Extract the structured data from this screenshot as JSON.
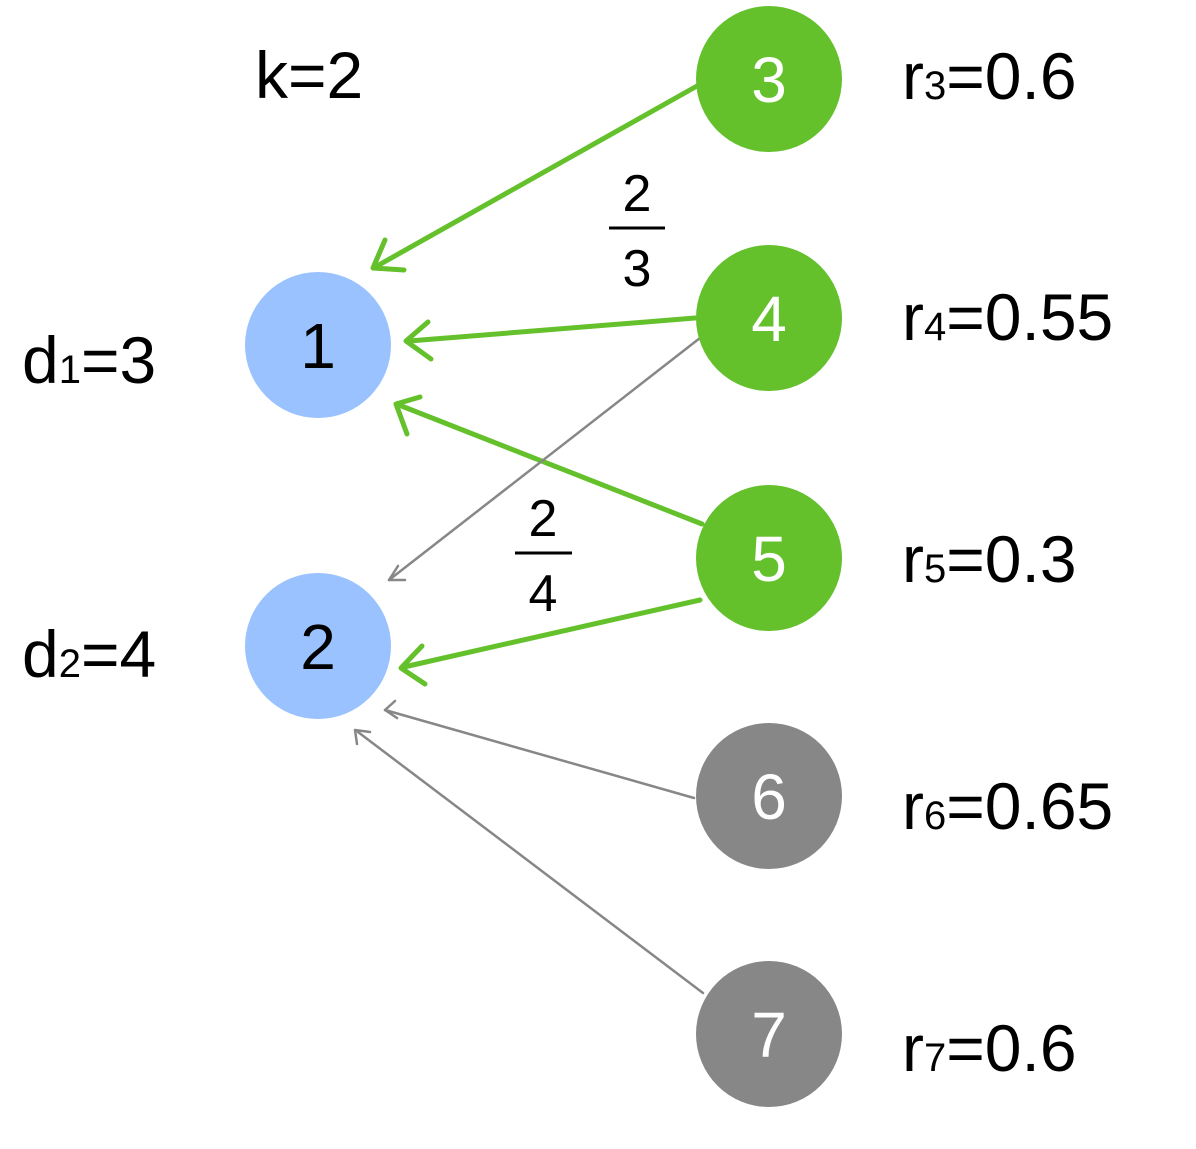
{
  "param": {
    "label": "k=2"
  },
  "left_nodes": [
    {
      "id": "1",
      "label": "1",
      "d_main": "d",
      "d_sub": "1",
      "d_value": "=3"
    },
    {
      "id": "2",
      "label": "2",
      "d_main": "d",
      "d_sub": "2",
      "d_value": "=4"
    }
  ],
  "right_nodes": [
    {
      "id": "3",
      "label": "3",
      "status": "selected",
      "r_main": "r",
      "r_sub": "3",
      "r_value": "=0.6"
    },
    {
      "id": "4",
      "label": "4",
      "status": "selected",
      "r_main": "r",
      "r_sub": "4",
      "r_value": "=0.55"
    },
    {
      "id": "5",
      "label": "5",
      "status": "selected",
      "r_main": "r",
      "r_sub": "5",
      "r_value": "=0.3"
    },
    {
      "id": "6",
      "label": "6",
      "status": "unselected",
      "r_main": "r",
      "r_sub": "6",
      "r_value": "=0.65"
    },
    {
      "id": "7",
      "label": "7",
      "status": "unselected",
      "r_main": "r",
      "r_sub": "7",
      "r_value": "=0.6"
    }
  ],
  "edges": [
    {
      "from": "3",
      "to": "1",
      "status": "selected"
    },
    {
      "from": "4",
      "to": "1",
      "status": "selected"
    },
    {
      "from": "5",
      "to": "1",
      "status": "selected"
    },
    {
      "from": "4",
      "to": "2",
      "status": "unselected"
    },
    {
      "from": "5",
      "to": "2",
      "status": "selected"
    },
    {
      "from": "6",
      "to": "2",
      "status": "unselected"
    },
    {
      "from": "7",
      "to": "2",
      "status": "unselected"
    }
  ],
  "fractions": [
    {
      "numerator": "2",
      "denominator": "3"
    },
    {
      "numerator": "2",
      "denominator": "4"
    }
  ],
  "colors": {
    "left_node": "#99c2ff",
    "selected": "#64c12c",
    "unselected": "#878787",
    "left_node_text": "#000000",
    "right_node_text": "#ffffff"
  }
}
